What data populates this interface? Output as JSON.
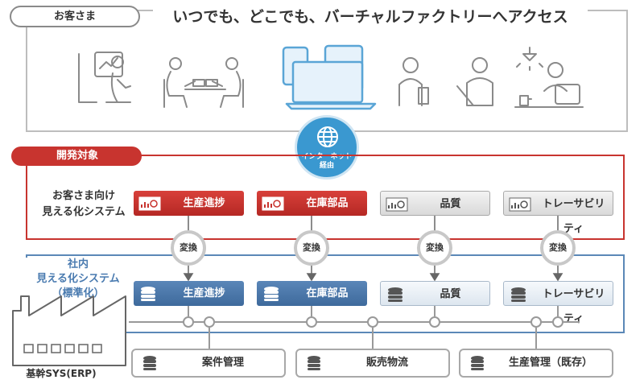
{
  "customer": {
    "label": "お客さま",
    "headline": "いつでも、どこでも、バーチャルファクトリーへアクセス"
  },
  "internet": {
    "label": "インターネット\n経由"
  },
  "development": {
    "tag": "開発対象",
    "customer_vis_label": "お客さま向け\n見える化システム",
    "modules": [
      {
        "label": "生産進捗",
        "style": "red"
      },
      {
        "label": "在庫部品",
        "style": "red"
      },
      {
        "label": "品質",
        "style": "gray"
      },
      {
        "label": "トレーサビリティ",
        "style": "gray"
      }
    ]
  },
  "conversion": {
    "label": "変換"
  },
  "internal": {
    "label": "社内\n見える化システム\n（標準化）",
    "modules": [
      {
        "label": "生産進捗",
        "style": "blue"
      },
      {
        "label": "在庫部品",
        "style": "blue"
      },
      {
        "label": "品質",
        "style": "lightblue"
      },
      {
        "label": "トレーサビリティ",
        "style": "lightblue"
      }
    ]
  },
  "core": {
    "label": "基幹SYS(ERP)",
    "systems": [
      "案件管理",
      "販売物流",
      "生産管理（既存）"
    ]
  },
  "colors": {
    "accent_red": "#c8342f",
    "accent_blue": "#4a7bb0",
    "internet_blue": "#3a98d0"
  }
}
